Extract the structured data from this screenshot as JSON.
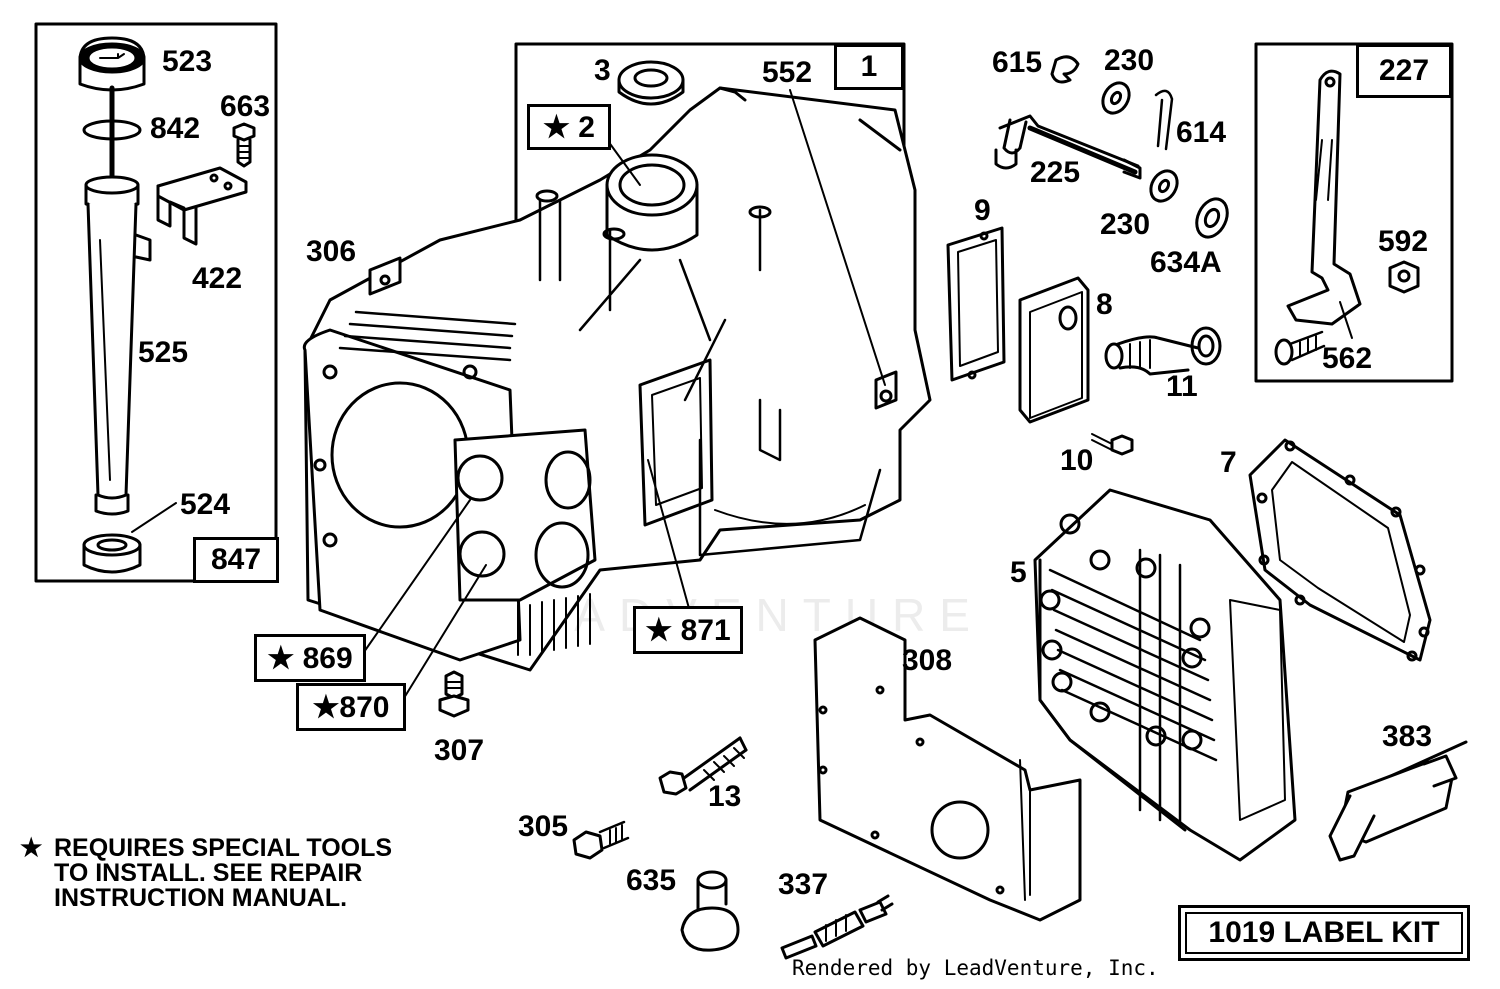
{
  "diagram": {
    "watermark": "LEADVENTURE",
    "credit": "Rendered by LeadVenture, Inc.",
    "note": {
      "star": "★",
      "lines": [
        "REQUIRES SPECIAL TOOLS",
        "TO INSTALL.  SEE REPAIR",
        "INSTRUCTION MANUAL."
      ]
    },
    "label_kit": "1019 LABEL KIT",
    "boxed_labels": {
      "b847": "847",
      "b1": "1",
      "b2": "★ 2",
      "b227": "227",
      "b871": "★ 871",
      "b869": "★ 869",
      "b870": "★870"
    },
    "labels": {
      "l523": "523",
      "l842": "842",
      "l663": "663",
      "l422": "422",
      "l525": "525",
      "l524": "524",
      "l3": "3",
      "l552": "552",
      "l306": "306",
      "l615": "615",
      "l230a": "230",
      "l614": "614",
      "l225": "225",
      "l230b": "230",
      "l634a": "634A",
      "l9": "9",
      "l8": "8",
      "l11": "11",
      "l592": "592",
      "l562": "562",
      "l10": "10",
      "l7": "7",
      "l5": "5",
      "l308": "308",
      "l307": "307",
      "l13": "13",
      "l305": "305",
      "l635": "635",
      "l337": "337",
      "l383": "383"
    }
  }
}
